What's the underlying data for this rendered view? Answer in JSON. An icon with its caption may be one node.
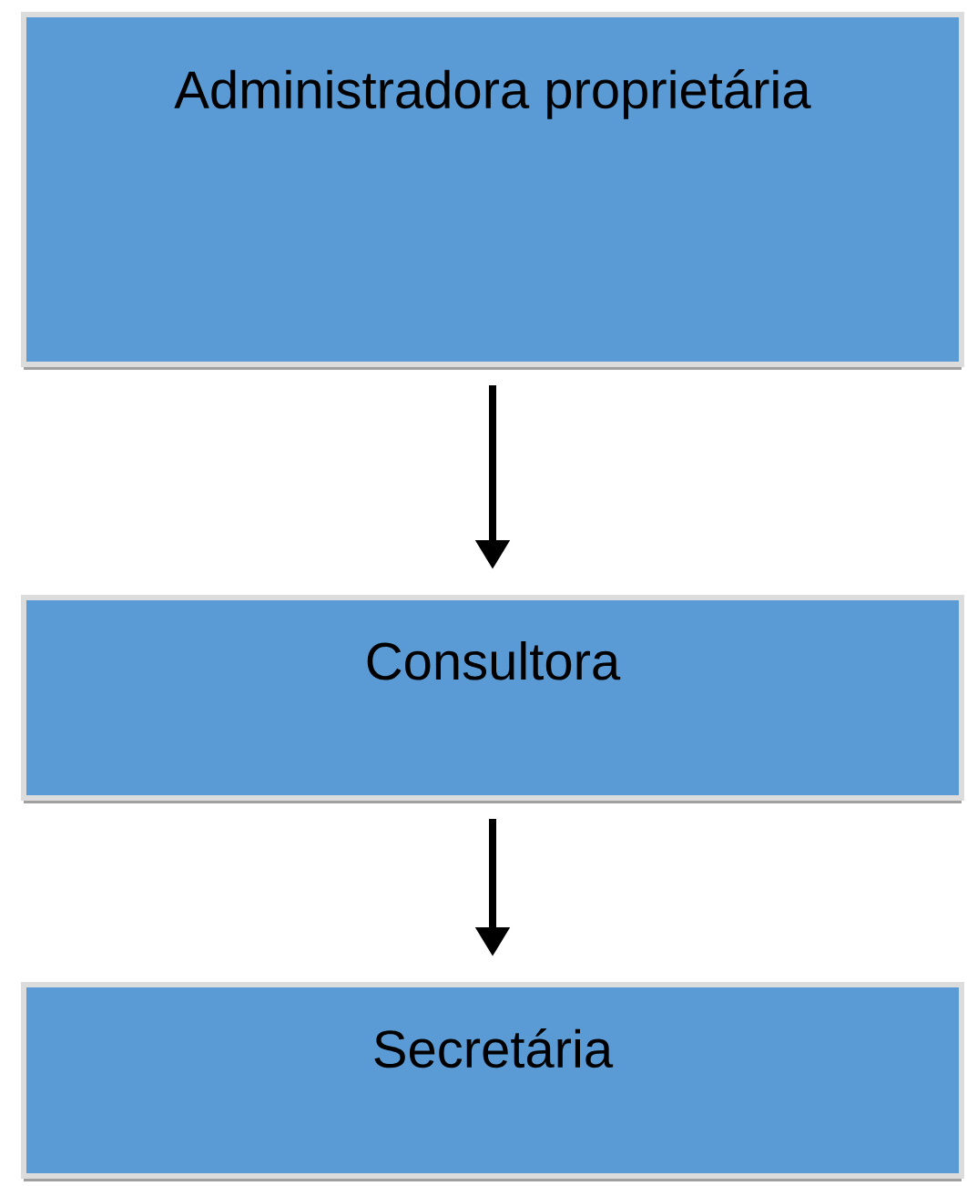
{
  "diagram": {
    "nodes": [
      {
        "text": [
          "Administradora proprietária"
        ]
      },
      {
        "text": [
          "Consultora"
        ]
      },
      {
        "text": [
          "Secretária"
        ]
      }
    ],
    "edges": [
      {
        "from": 0,
        "to": 1,
        "arrow": "to"
      },
      {
        "from": 1,
        "to": 2,
        "arrow": "to"
      }
    ]
  }
}
